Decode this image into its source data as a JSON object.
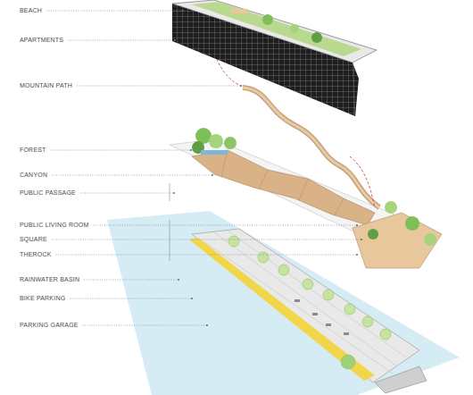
{
  "diagram": {
    "labels": [
      "BEACH",
      "APARTMENTS",
      "MOUNTAIN PATH",
      "FOREST",
      "CANYON",
      "PUBLIC PASSAGE",
      "PUBLIC LIVING ROOM",
      "SQUARE",
      "THEROCK",
      "RAINWATER BASIN",
      "BIKE PARKING",
      "PARKING GARAGE"
    ]
  }
}
